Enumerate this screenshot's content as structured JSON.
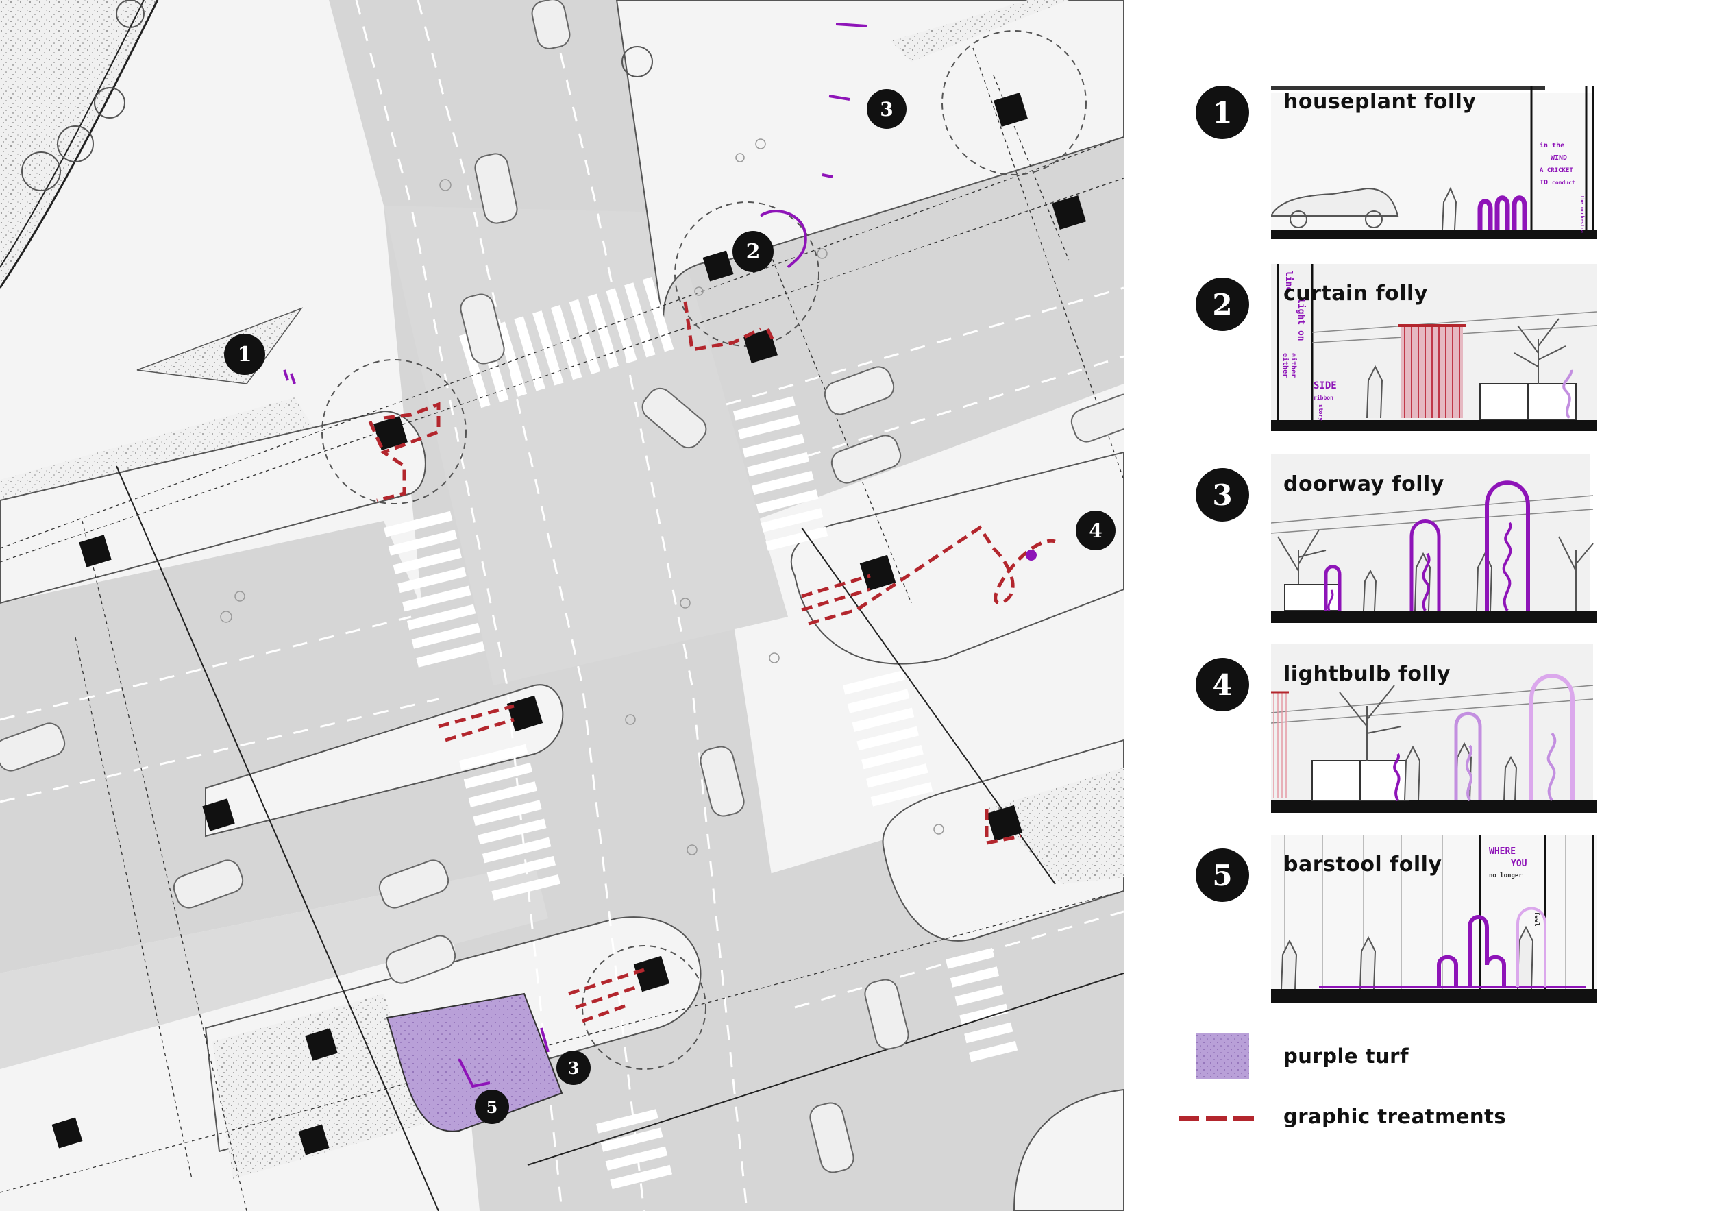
{
  "plan": {
    "markers": [
      {
        "label": "1"
      },
      {
        "label": "2"
      },
      {
        "label": "3"
      },
      {
        "label": "3"
      },
      {
        "label": "4"
      },
      {
        "label": "5"
      }
    ]
  },
  "legend": {
    "follies": [
      {
        "number": "1",
        "title": "houseplant folly",
        "annotation": [
          "in the",
          "WIND",
          "A CRICKET",
          "TO",
          "conduct",
          "the orchestra"
        ]
      },
      {
        "number": "2",
        "title": "curtain folly",
        "annotation": [
          "line",
          "light on",
          "either",
          "either",
          "SIDE",
          "ribbon",
          "story"
        ]
      },
      {
        "number": "3",
        "title": "doorway folly",
        "annotation": []
      },
      {
        "number": "4",
        "title": "lightbulb folly",
        "annotation": []
      },
      {
        "number": "5",
        "title": "barstool folly",
        "annotation": [
          "WHERE",
          "YOU",
          "no longer",
          "feel"
        ]
      }
    ],
    "key": [
      {
        "label": "purple turf"
      },
      {
        "label": "graphic treatments"
      }
    ]
  },
  "colors": {
    "purple": "#8e14b8",
    "purple_light": "#c38fe0",
    "turf": "#b9a0d8",
    "treatment_red": "#b3262d",
    "road": "#d6d6d6",
    "sidewalk": "#f4f4f4"
  }
}
